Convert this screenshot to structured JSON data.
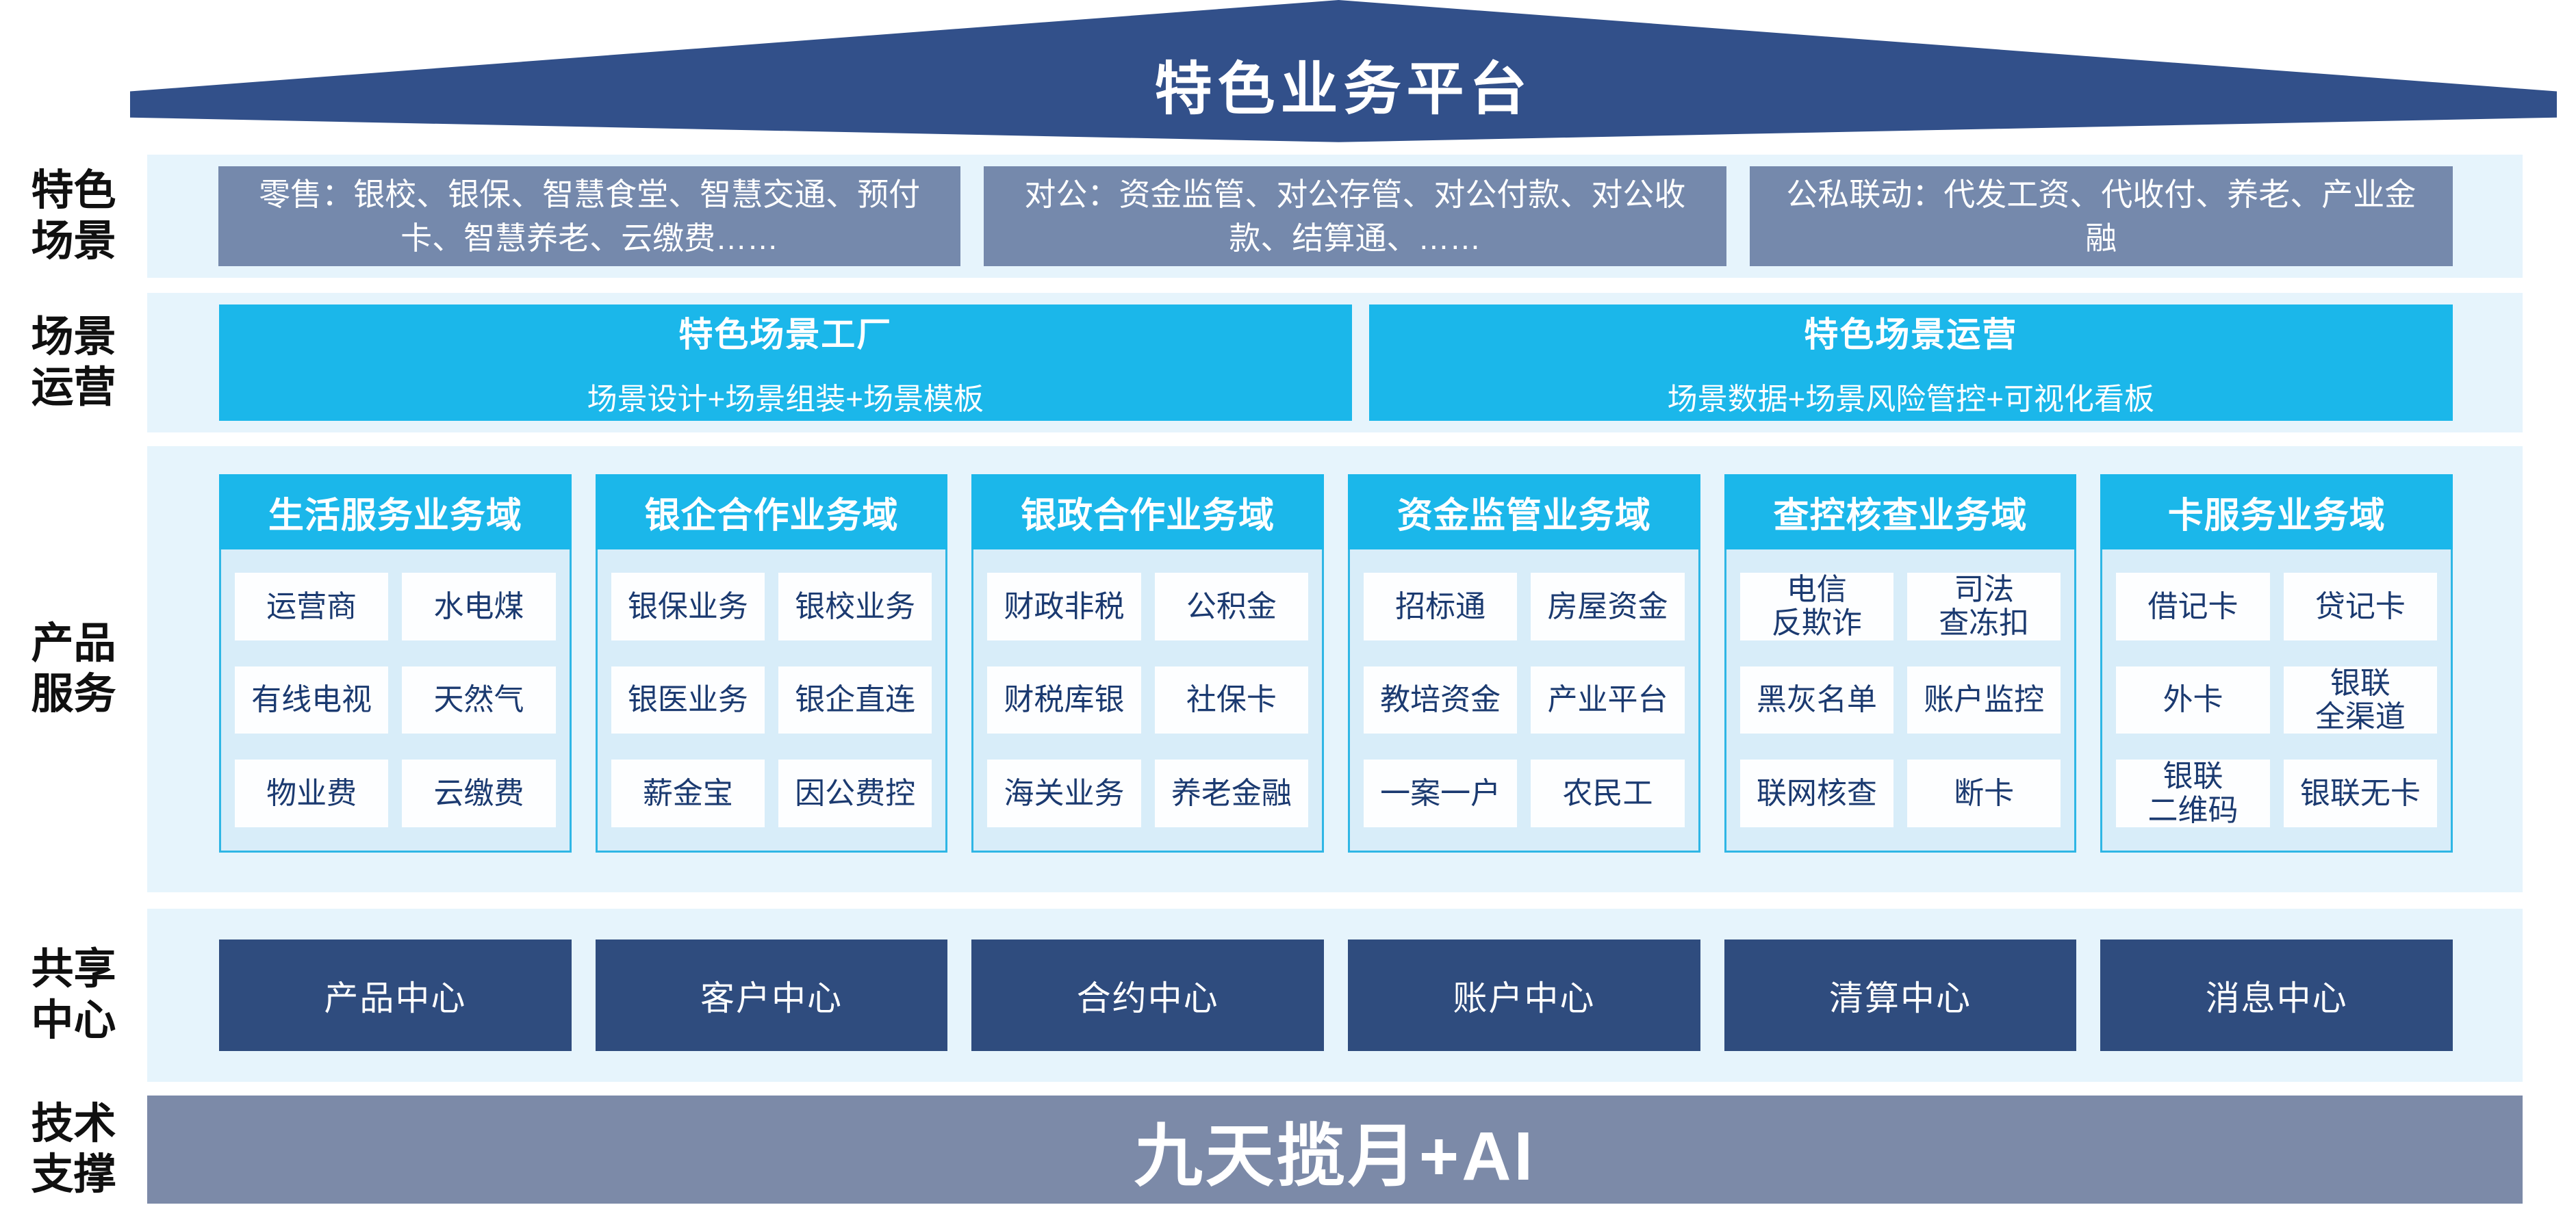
{
  "colors": {
    "roof_blue": "#32508A",
    "band_light_blue": "#E6F4FC",
    "scene_gray_blue": "#7589AC",
    "accent_cyan": "#1BB7EA",
    "panel_bg": "#D8EDF9",
    "item_text_navy": "#1B3A70",
    "center_dark_blue": "#2F4C7E",
    "tech_bar_gray": "#7C8AA8"
  },
  "roof": {
    "title": "特色业务平台"
  },
  "scene": {
    "label": "特色场景",
    "boxes": [
      "零售：银校、银保、智慧食堂、智慧交通、预付卡、智慧养老、云缴费……",
      "对公：资金监管、对公存管、对公付款、对公收款、结算通、……",
      "公私联动：代发工资、代收付、养老、产业金融"
    ]
  },
  "operation": {
    "label": "场景运营",
    "cards": [
      {
        "title": "特色场景工厂",
        "subtitle": "场景设计+场景组装+场景模板"
      },
      {
        "title": "特色场景运营",
        "subtitle": "场景数据+场景风险管控+可视化看板"
      }
    ]
  },
  "products": {
    "label": "产品服务",
    "domains": [
      {
        "header": "生活服务业务域",
        "items": [
          "运营商",
          "水电煤",
          "有线电视",
          "天然气",
          "物业费",
          "云缴费"
        ]
      },
      {
        "header": "银企合作业务域",
        "items": [
          "银保业务",
          "银校业务",
          "银医业务",
          "银企直连",
          "薪金宝",
          "因公费控"
        ]
      },
      {
        "header": "银政合作业务域",
        "items": [
          "财政非税",
          "公积金",
          "财税库银",
          "社保卡",
          "海关业务",
          "养老金融"
        ]
      },
      {
        "header": "资金监管业务域",
        "items": [
          "招标通",
          "房屋资金",
          "教培资金",
          "产业平台",
          "一案一户",
          "农民工"
        ]
      },
      {
        "header": "查控核查业务域",
        "items": [
          "电信\n反欺诈",
          "司法\n查冻扣",
          "黑灰名单",
          "账户监控",
          "联网核查",
          "断卡"
        ]
      },
      {
        "header": "卡服务业务域",
        "items": [
          "借记卡",
          "贷记卡",
          "外卡",
          "银联\n全渠道",
          "银联\n二维码",
          "银联无卡"
        ]
      }
    ]
  },
  "shared": {
    "label": "共享中心",
    "centers": [
      "产品中心",
      "客户中心",
      "合约中心",
      "账户中心",
      "清算中心",
      "消息中心"
    ]
  },
  "tech": {
    "label": "技术支撑",
    "bar": "九天揽月+AI"
  }
}
